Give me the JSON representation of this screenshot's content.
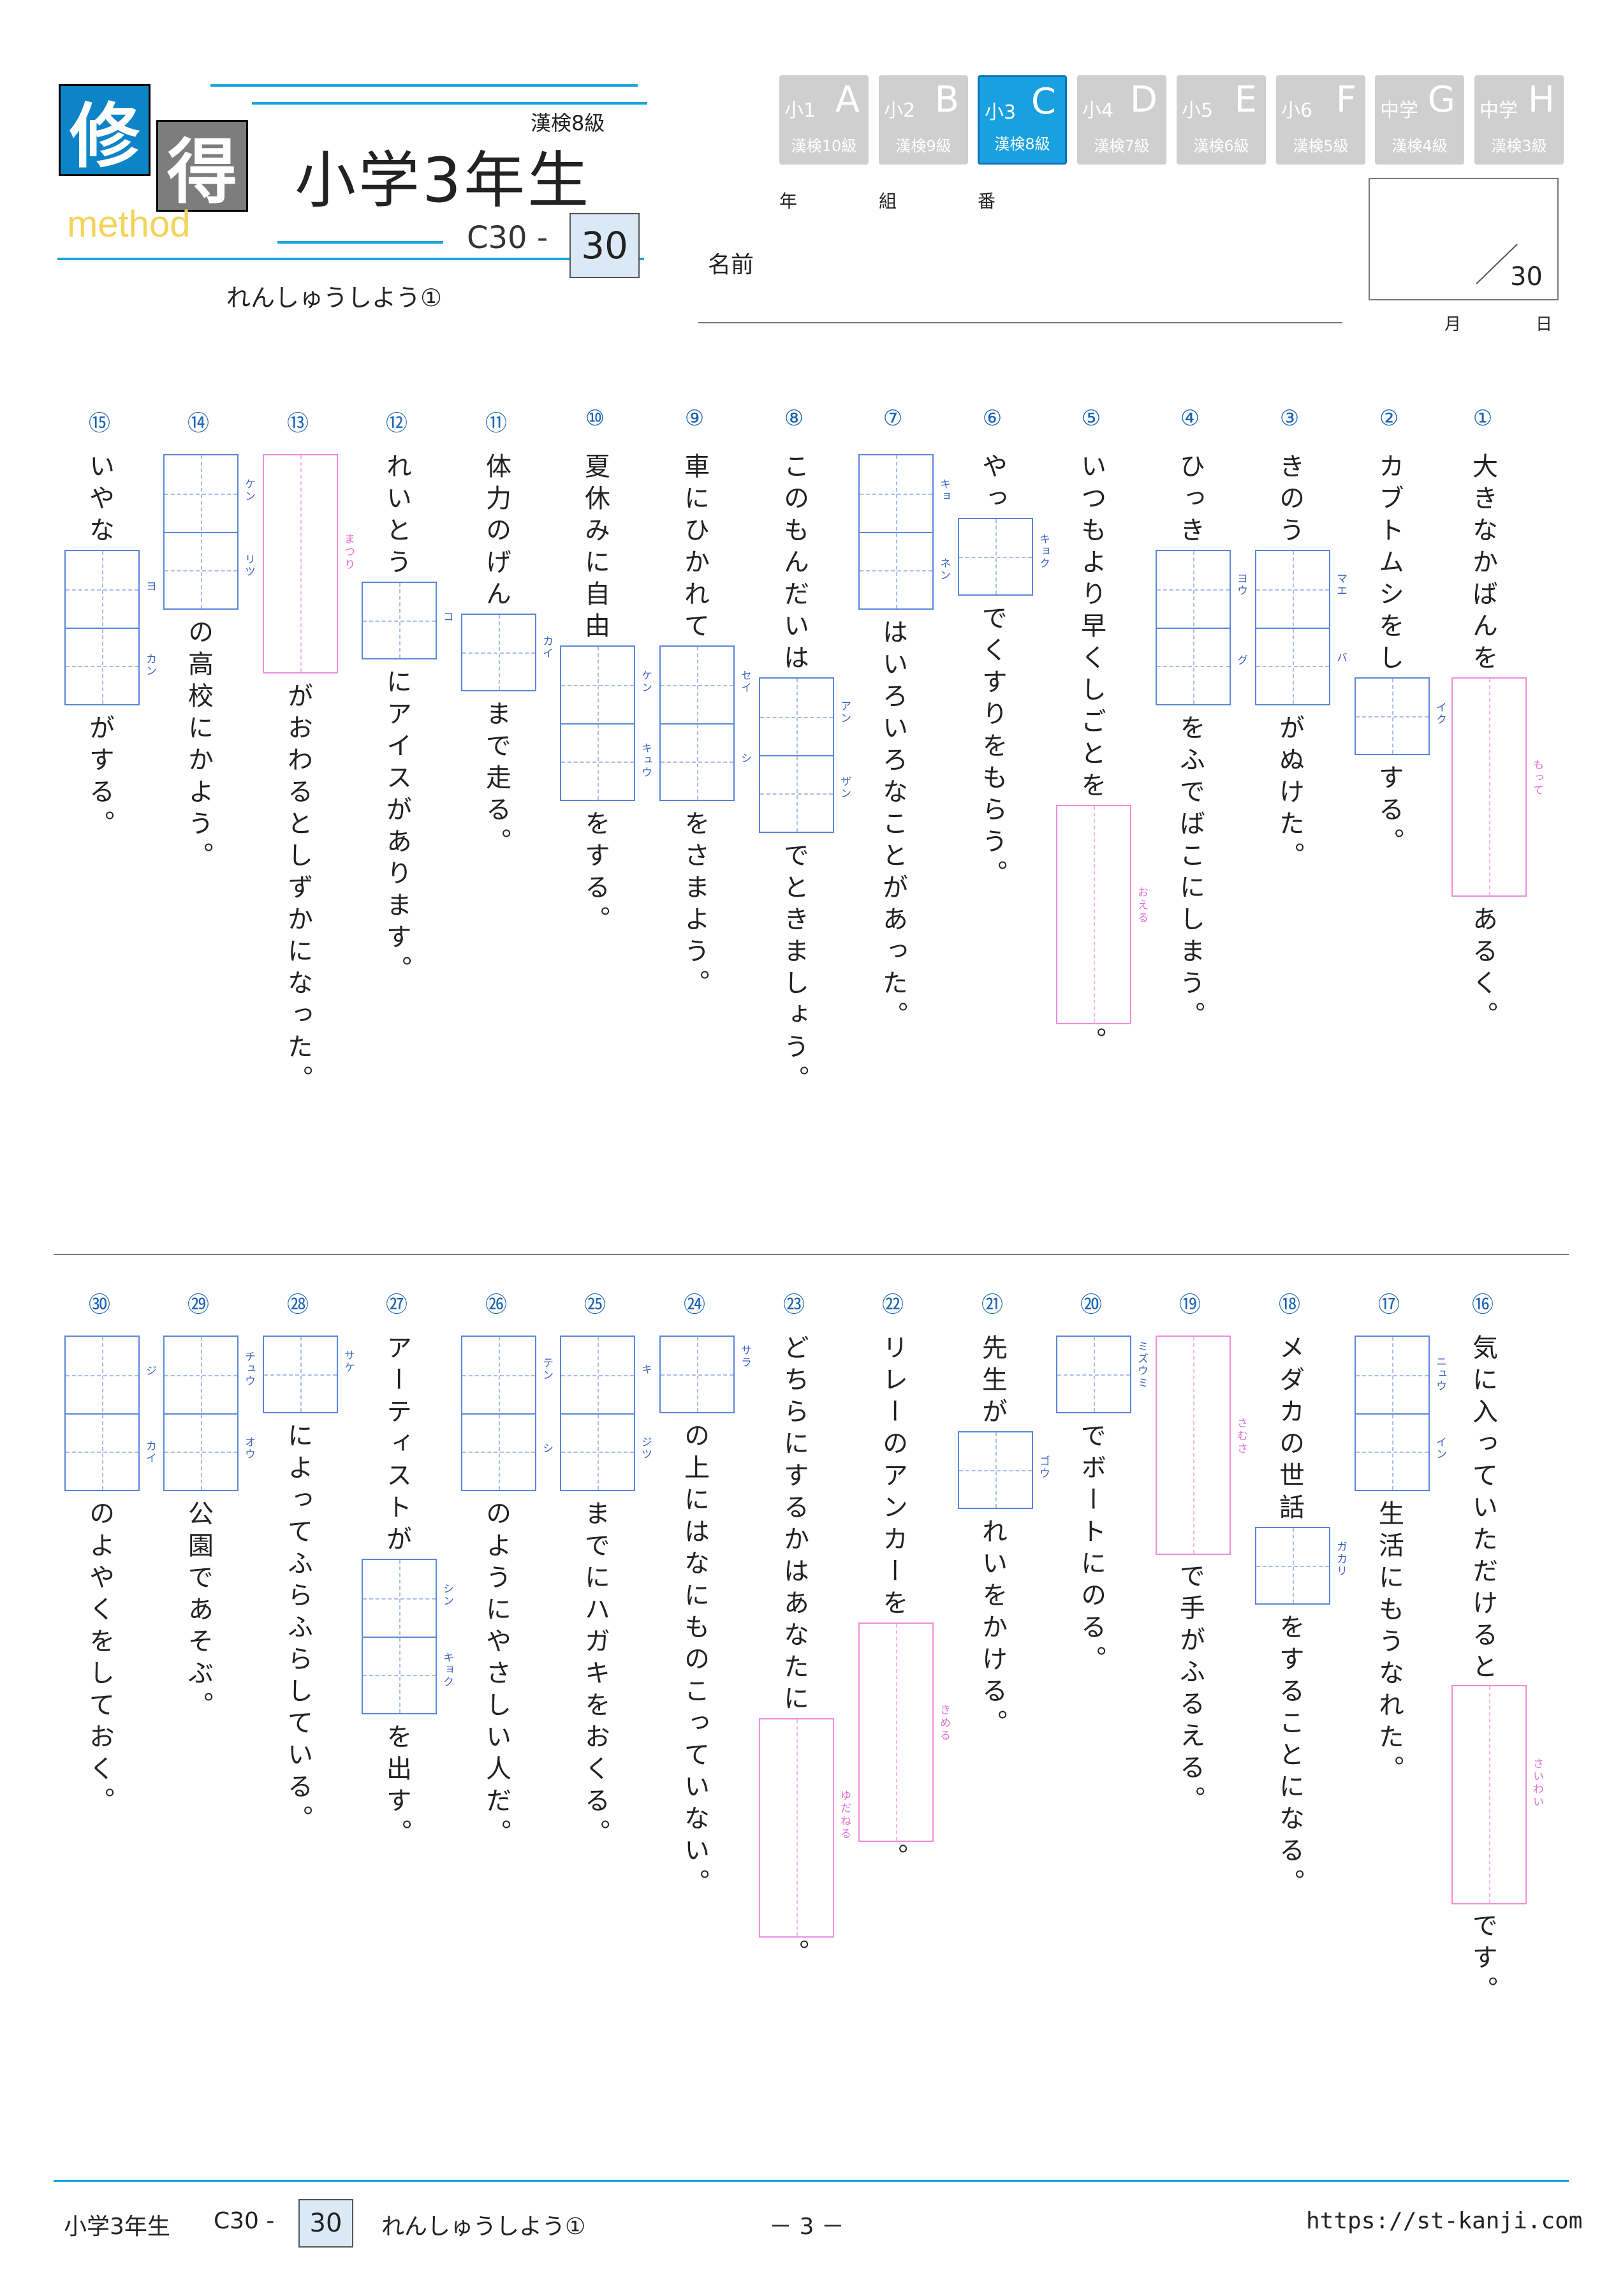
{
  "header": {
    "logo_char1": "修",
    "logo_char2": "得",
    "logo_sub": "method",
    "kanken": "漢検8級",
    "grade_title": "小学3年生",
    "code_prefix": "C30 -",
    "code_num": "30",
    "subtitle": "れんしゅうしよう①",
    "name_label": "名前",
    "year_label": "年",
    "class_label": "組",
    "num_label": "番",
    "score_total": "30",
    "month_label": "月",
    "day_label": "日",
    "levels": [
      {
        "a": "小1",
        "b": "A",
        "c": "漢検10級",
        "active": false
      },
      {
        "a": "小2",
        "b": "B",
        "c": "漢検9級",
        "active": false
      },
      {
        "a": "小3",
        "b": "C",
        "c": "漢検8級",
        "active": true
      },
      {
        "a": "小4",
        "b": "D",
        "c": "漢検7級",
        "active": false
      },
      {
        "a": "小5",
        "b": "E",
        "c": "漢検6級",
        "active": false
      },
      {
        "a": "小6",
        "b": "F",
        "c": "漢検5級",
        "active": false
      },
      {
        "a": "中学",
        "b": "G",
        "c": "漢検4級",
        "active": false
      },
      {
        "a": "中学",
        "b": "H",
        "c": "漢検3級",
        "active": false
      }
    ]
  },
  "questions": [
    {
      "num": "①",
      "p1": "大きなかばんを",
      "p2": "あるく。",
      "h_reading": "もって"
    },
    {
      "num": "②",
      "p1": "カブトムシをし",
      "p2": "する。",
      "k1": "イク"
    },
    {
      "num": "③",
      "p1": "きのう",
      "p2": "がぬけた。",
      "k1": "マエ",
      "k2": "バ"
    },
    {
      "num": "④",
      "p1": "ひっき",
      "p2": "をふでばこにしまう。",
      "k1": "ヨウ",
      "k2": "グ"
    },
    {
      "num": "⑤",
      "p1": "いつもより早くしごとを",
      "p2": "。",
      "h_reading": "おえる"
    },
    {
      "num": "⑥",
      "p1": "やっ",
      "p2": "でくすりをもらう。",
      "k1": "キョク"
    },
    {
      "num": "⑦",
      "p2": "はいろいろなことがあった。",
      "k1": "キョ",
      "k2": "ネン"
    },
    {
      "num": "⑧",
      "p1": "このもんだいは",
      "p2": "でときましょう。",
      "k1": "アン",
      "k2": "ザン"
    },
    {
      "num": "⑨",
      "p1": "車にひかれて",
      "p2": "をさまよう。",
      "k1": "セイ",
      "k2": "シ"
    },
    {
      "num": "⑩",
      "p1": "夏休みに自由",
      "p2": "をする。",
      "k1": "ケン",
      "k2": "キュウ"
    },
    {
      "num": "⑪",
      "p1": "体力のげん",
      "p2": "まで走る。",
      "k1": "カイ"
    },
    {
      "num": "⑫",
      "p1": "れいとう",
      "p2": "にアイスがあります。",
      "k1": "コ"
    },
    {
      "num": "⑬",
      "p2": "がおわるとしずかになった。",
      "h_reading": "まつり"
    },
    {
      "num": "⑭",
      "p2": "の高校にかよう。",
      "k1": "ケン",
      "k2": "リツ"
    },
    {
      "num": "⑮",
      "p1": "いやな",
      "p2": "がする。",
      "k1": "ヨ",
      "k2": "カン"
    },
    {
      "num": "⑯",
      "p1": "気に入っていただけると",
      "p2": "です。",
      "h_reading": "さいわい"
    },
    {
      "num": "⑰",
      "p2": "生活にもうなれた。",
      "k1": "ニュウ",
      "k2": "イン"
    },
    {
      "num": "⑱",
      "p1": "メダカの世話",
      "p2": "をすることになる。",
      "k1": "ガカリ"
    },
    {
      "num": "⑲",
      "p2": "で手がふるえる。",
      "h_reading": "さむさ"
    },
    {
      "num": "⑳",
      "p2": "でボートにのる。",
      "k1": "ミズウミ"
    },
    {
      "num": "㉑",
      "p1": "先生が",
      "p2": "れいをかける。",
      "k1": "ゴウ"
    },
    {
      "num": "㉒",
      "p1": "リレーのアンカーを",
      "p2": "。",
      "h_reading": "きめる"
    },
    {
      "num": "㉓",
      "p1": "どちらにするかはあなたに",
      "p2": "。",
      "h_reading": "ゆだねる"
    },
    {
      "num": "㉔",
      "p2": "の上にはなにものこっていない。",
      "k1": "サラ"
    },
    {
      "num": "㉕",
      "p2": "までにハガキをおくる。",
      "k1": "キ",
      "k2": "ジツ"
    },
    {
      "num": "㉖",
      "p2": "のようにやさしい人だ。",
      "k1": "テン",
      "k2": "シ"
    },
    {
      "num": "㉗",
      "p1": "アーティストが",
      "p2": "を出す。",
      "k1": "シン",
      "k2": "キョク"
    },
    {
      "num": "㉘",
      "p2": "によってふらふらしている。",
      "k1": "サケ"
    },
    {
      "num": "㉙",
      "p2": "公園であそぶ。",
      "k1": "チュウ",
      "k2": "オウ"
    },
    {
      "num": "㉚",
      "p2": "のよやくをしておく。",
      "k1": "ジ",
      "k2": "カイ"
    }
  ],
  "footer": {
    "grade": "小学3年生",
    "code_prefix": "C30 -",
    "code_num": "30",
    "title": "れんしゅうしよう①",
    "page": "－ 3 －",
    "url": "https://st-kanji.com"
  }
}
